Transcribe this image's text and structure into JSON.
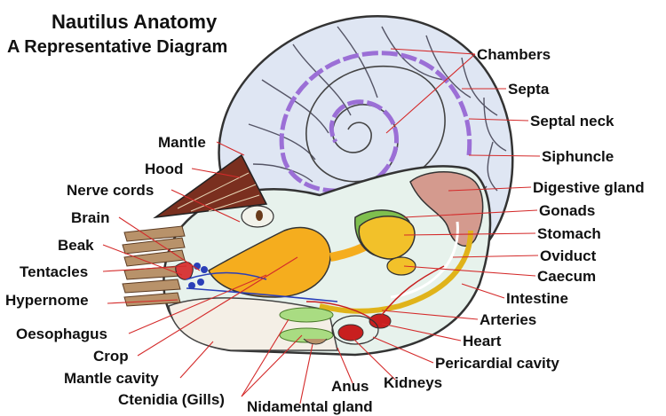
{
  "title": "Nautilus Anatomy",
  "subtitle": "A Representative Diagram",
  "colors": {
    "shell": "#dfe6f3",
    "shell_stroke": "#333333",
    "siphuncle": "#9b6fd6",
    "leader_line": "#d42a2a",
    "digestive_gland": "#d49a8e",
    "gonads": "#7fbf4e",
    "stomach": "#f2c12a",
    "crop": "#f5ad1e",
    "intestine": "#e0b31a",
    "gills": "#a9dc82",
    "heart": "#c81f1f",
    "hood": "#7a2f1f",
    "tentacles": "#b8926a",
    "mantle_cavity": "#f4efe6",
    "body_interior": "#e7f2ec",
    "nerve": "#2a3fb8"
  },
  "labels": {
    "chambers": "Chambers",
    "septa": "Septa",
    "septal_neck": "Septal neck",
    "siphuncle": "Siphuncle",
    "digestive_gland": "Digestive gland",
    "gonads": "Gonads",
    "stomach": "Stomach",
    "oviduct": "Oviduct",
    "caecum": "Caecum",
    "intestine": "Intestine",
    "arteries": "Arteries",
    "heart": "Heart",
    "pericardial_cavity": "Pericardial cavity",
    "kidneys": "Kidneys",
    "anus": "Anus",
    "nidamental_gland": "Nidamental gland",
    "ctenidia": "Ctenidia (Gills)",
    "mantle_cavity": "Mantle cavity",
    "crop": "Crop",
    "oesophagus": "Oesophagus",
    "hypernome": "Hypernome",
    "tentacles": "Tentacles",
    "beak": "Beak",
    "brain": "Brain",
    "nerve_cords": "Nerve cords",
    "hood": "Hood",
    "mantle": "Mantle"
  }
}
